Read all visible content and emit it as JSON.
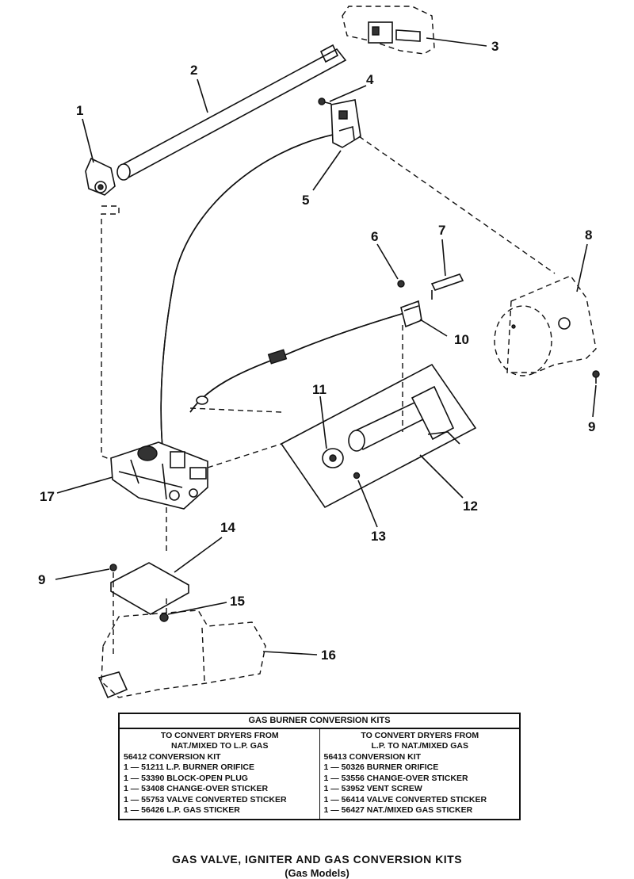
{
  "callouts": [
    "1",
    "2",
    "3",
    "4",
    "5",
    "6",
    "7",
    "8",
    "9",
    "10",
    "11",
    "12",
    "13",
    "14",
    "15",
    "16",
    "17",
    "9"
  ],
  "table": {
    "heading": "GAS BURNER CONVERSION KITS",
    "left": {
      "heading1": "TO CONVERT DRYERS FROM",
      "heading2": "NAT./MIXED TO L.P. GAS",
      "kit": "56412 CONVERSION KIT",
      "items": [
        "1 — 51211 L.P. BURNER ORIFICE",
        "1 — 53390 BLOCK-OPEN PLUG",
        "1 — 53408 CHANGE-OVER STICKER",
        "1 — 55753 VALVE CONVERTED STICKER",
        "1 — 56426 L.P. GAS STICKER"
      ]
    },
    "right": {
      "heading1": "TO CONVERT DRYERS FROM",
      "heading2": "L.P. TO NAT./MIXED GAS",
      "kit": "56413 CONVERSION KIT",
      "items": [
        "1 — 50326 BURNER ORIFICE",
        "1 — 53556 CHANGE-OVER STICKER",
        "1 — 53952 VENT SCREW",
        "1 — 56414 VALVE CONVERTED STICKER",
        "1 — 56427 NAT./MIXED GAS STICKER"
      ]
    }
  },
  "title": "GAS VALVE, IGNITER AND GAS CONVERSION KITS",
  "subtitle": "(Gas Models)"
}
